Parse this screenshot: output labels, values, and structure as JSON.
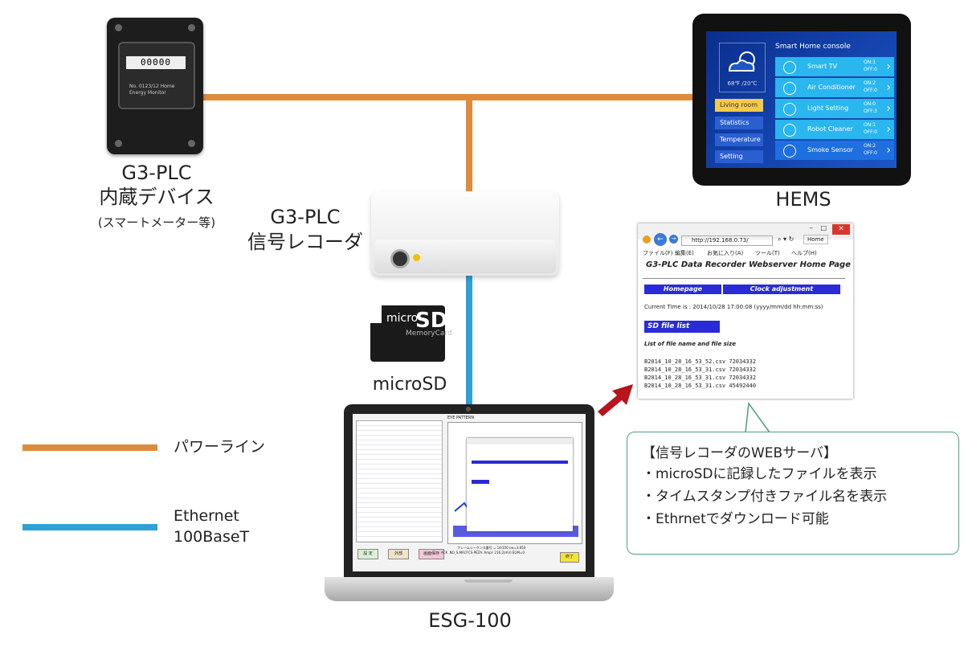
{
  "labels": {
    "meter_line1": "G3-PLC",
    "meter_line2": "内蔵デバイス",
    "meter_line3": "(スマートメーター等)",
    "recorder_line1": "G3-PLC",
    "recorder_line2": "信号レコーダ",
    "microsd": "microSD",
    "hems": "HEMS",
    "esg": "ESG-100"
  },
  "meter": {
    "digits": "00000",
    "text": "No. 0123/12 Home Energy Monitor"
  },
  "microsd_card": {
    "brand": "micro",
    "big": "SD",
    "sub": "MemoryCard"
  },
  "tablet": {
    "temp": "68℉ /20℃",
    "console": "Smart Home console",
    "menu": [
      "Living room",
      "Statistics",
      "Temperature",
      "Setting"
    ],
    "devices": [
      {
        "name": "Smart TV",
        "status": "ON:1 OFF:0"
      },
      {
        "name": "Air Conditioner",
        "status": "ON:2 OFF:0"
      },
      {
        "name": "Light Setting",
        "status": "ON:0 OFF:3"
      },
      {
        "name": "Robot Cleaner",
        "status": "ON:1 OFF:0"
      },
      {
        "name": "Smoke Sensor",
        "status": "ON:2 OFF:0"
      }
    ]
  },
  "browser": {
    "url": "http://192.168.0.73/",
    "tab": "Home",
    "menu": [
      "ファイル(F)",
      "編集(E)",
      "お気に入り(A)",
      "ツール(T)",
      "ヘルプ(H)"
    ],
    "title": "G3-PLC Data Recorder Webserver Home Page",
    "btn_home": "Homepage",
    "btn_clock": "Clock adjustment",
    "current_time": "Current Time is : 2014/10/28 17:00:08 (yyyy/mm/dd hh:mm:ss)",
    "sd_list": "SD file list",
    "list_caption": "List of file name and file size",
    "files": [
      "B2014_10_28_16_53_52.csv 72034332",
      "B2014_10_28_16_53_31.csv 72034332",
      "B2014_10_28_16_53_31.csv 72034332",
      "B2014_10_28_16_53_31.csv 45492440"
    ]
  },
  "callout": {
    "title": "【信号レコーダのWEBサーバ】",
    "items": [
      "・microSDに記録したファイルを表示",
      "・タイムスタンプ付きファイル名を表示",
      "・Ethrnetでダウンロード可能"
    ]
  },
  "legend": {
    "power": "パワーライン",
    "ethernet_1": "Ethernet",
    "ethernet_2": "100BaseT"
  },
  "laptop_screen": {
    "chart_title": "EYE PATTERN",
    "buttons": [
      "設 定",
      "外部",
      "画面保存",
      "終了"
    ],
    "status_line1": "フレームシーケンス番号 = 14/100 cw=3.850",
    "status_line2": "ACK .NO_S.MACFCS-PEZA: Ampl: 216.2(mV) EGM=0"
  },
  "colors": {
    "power": "#e08a3c",
    "ethernet": "#2fa1d6",
    "arrow": "#b8141c",
    "callout_border": "#4ba17c"
  }
}
